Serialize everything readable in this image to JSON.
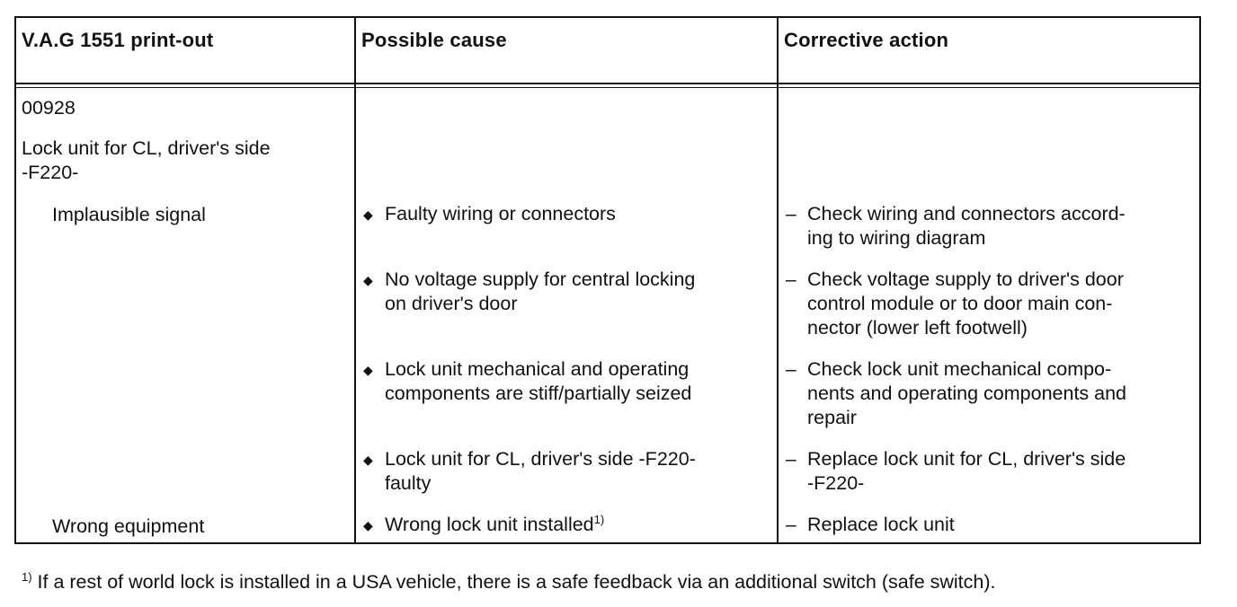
{
  "headers": {
    "col1": "V.A.G 1551 print-out",
    "col2": "Possible cause",
    "col3": "Corrective action"
  },
  "fault": {
    "code": "00928",
    "name_line1": "Lock unit for CL, driver's side",
    "name_line2": "-F220-"
  },
  "printouts": {
    "implausible": "Implausible signal",
    "wrong_equipment": "Wrong equipment"
  },
  "rows": [
    {
      "cause": [
        "Faulty wiring or connectors"
      ],
      "action": [
        "Check wiring and connectors accord-",
        "ing to wiring diagram"
      ]
    },
    {
      "cause": [
        "No voltage supply for central locking",
        "on driver's door"
      ],
      "action": [
        "Check voltage supply to driver's door",
        "control module or to door main con-",
        "nector (lower left footwell)"
      ]
    },
    {
      "cause": [
        "Lock unit mechanical and operating",
        "components are stiff/partially seized"
      ],
      "action": [
        "Check lock unit mechanical compo-",
        "nents and operating components and",
        "repair"
      ]
    },
    {
      "cause": [
        "Lock unit for CL, driver's side -F220-",
        "faulty"
      ],
      "action": [
        "Replace lock unit for CL, driver's side",
        "-F220-"
      ]
    },
    {
      "cause": [
        "Wrong lock unit installed"
      ],
      "cause_sup": "1)",
      "action": [
        "Replace lock unit"
      ]
    }
  ],
  "symbols": {
    "bullet": "◆",
    "dash": "–"
  },
  "footnote": {
    "marker": "1)",
    "text": " If a rest of world lock is installed in a USA vehicle, there is a safe feedback via an additional switch (safe switch)."
  }
}
